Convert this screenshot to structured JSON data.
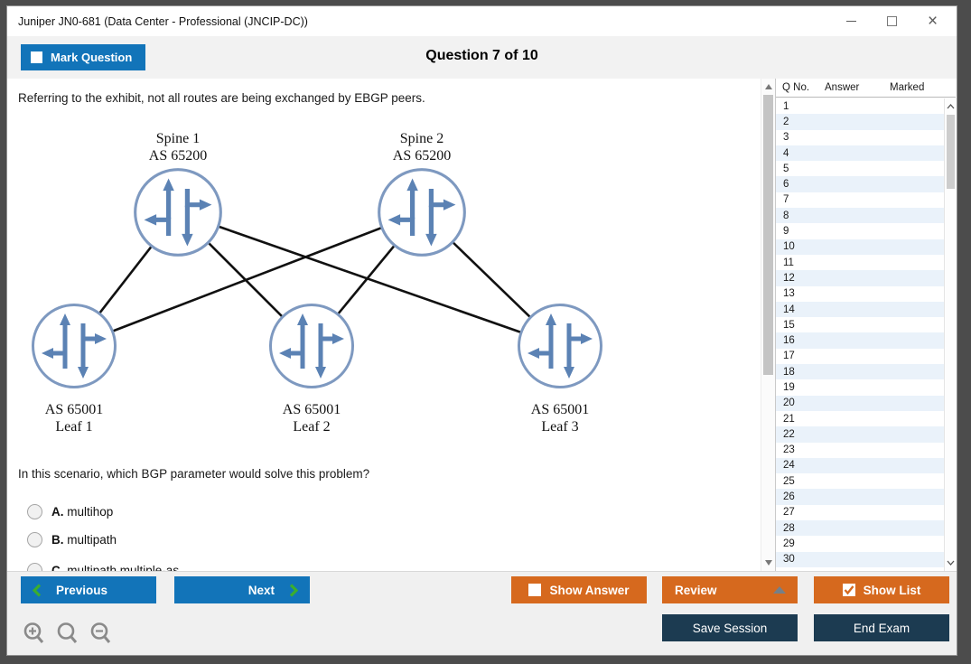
{
  "window": {
    "title": "Juniper JN0-681 (Data Center - Professional (JNCIP-DC))",
    "controls": {
      "minimize": "minimize",
      "maximize": "maximize",
      "close": "close"
    }
  },
  "header": {
    "mark_question_label": "Mark Question",
    "question_counter": "Question 7 of 10"
  },
  "question": {
    "exhibit_intro": "Referring to the exhibit, not all routes are being exchanged by EBGP peers.",
    "prompt": "In this scenario, which BGP parameter would solve this problem?",
    "options": [
      {
        "letter": "A.",
        "text": "multihop",
        "selected": false
      },
      {
        "letter": "B.",
        "text": "multipath",
        "selected": false
      },
      {
        "letter": "C.",
        "text": "multipath multiple-as",
        "selected": false,
        "clipped": true
      }
    ]
  },
  "diagram": {
    "nodes": {
      "spine1": {
        "line1": "Spine 1",
        "line2": "AS 65200"
      },
      "spine2": {
        "line1": "Spine 2",
        "line2": "AS 65200"
      },
      "leaf1": {
        "line1": "AS 65001",
        "line2": "Leaf 1"
      },
      "leaf2": {
        "line1": "AS 65001",
        "line2": "Leaf 2"
      },
      "leaf3": {
        "line1": "AS 65001",
        "line2": "Leaf 3"
      }
    },
    "links": [
      [
        "spine1",
        "leaf1"
      ],
      [
        "spine1",
        "leaf2"
      ],
      [
        "spine1",
        "leaf3"
      ],
      [
        "spine2",
        "leaf1"
      ],
      [
        "spine2",
        "leaf2"
      ],
      [
        "spine2",
        "leaf3"
      ]
    ]
  },
  "sidebar": {
    "columns": {
      "q": "Q No.",
      "answer": "Answer",
      "marked": "Marked"
    },
    "rows": [
      {
        "q": "1",
        "answer": "",
        "marked": ""
      },
      {
        "q": "2",
        "answer": "",
        "marked": ""
      },
      {
        "q": "3",
        "answer": "",
        "marked": ""
      },
      {
        "q": "4",
        "answer": "",
        "marked": ""
      },
      {
        "q": "5",
        "answer": "",
        "marked": ""
      },
      {
        "q": "6",
        "answer": "",
        "marked": ""
      },
      {
        "q": "7",
        "answer": "",
        "marked": ""
      },
      {
        "q": "8",
        "answer": "",
        "marked": ""
      },
      {
        "q": "9",
        "answer": "",
        "marked": ""
      },
      {
        "q": "10",
        "answer": "",
        "marked": ""
      },
      {
        "q": "11",
        "answer": "",
        "marked": ""
      },
      {
        "q": "12",
        "answer": "",
        "marked": ""
      },
      {
        "q": "13",
        "answer": "",
        "marked": ""
      },
      {
        "q": "14",
        "answer": "",
        "marked": ""
      },
      {
        "q": "15",
        "answer": "",
        "marked": ""
      },
      {
        "q": "16",
        "answer": "",
        "marked": ""
      },
      {
        "q": "17",
        "answer": "",
        "marked": ""
      },
      {
        "q": "18",
        "answer": "",
        "marked": ""
      },
      {
        "q": "19",
        "answer": "",
        "marked": ""
      },
      {
        "q": "20",
        "answer": "",
        "marked": ""
      },
      {
        "q": "21",
        "answer": "",
        "marked": ""
      },
      {
        "q": "22",
        "answer": "",
        "marked": ""
      },
      {
        "q": "23",
        "answer": "",
        "marked": ""
      },
      {
        "q": "24",
        "answer": "",
        "marked": ""
      },
      {
        "q": "25",
        "answer": "",
        "marked": ""
      },
      {
        "q": "26",
        "answer": "",
        "marked": ""
      },
      {
        "q": "27",
        "answer": "",
        "marked": ""
      },
      {
        "q": "28",
        "answer": "",
        "marked": ""
      },
      {
        "q": "29",
        "answer": "",
        "marked": ""
      },
      {
        "q": "30",
        "answer": "",
        "marked": ""
      }
    ]
  },
  "footer": {
    "previous": "Previous",
    "next": "Next",
    "show_answer": "Show Answer",
    "review": "Review",
    "show_list": "Show List",
    "show_list_checked": true,
    "save_session": "Save Session",
    "end_exam": "End Exam",
    "zoom_icons": [
      "zoom-in-icon",
      "zoom-icon",
      "zoom-out-icon"
    ]
  },
  "colors": {
    "accent_blue": "#1274b9",
    "accent_orange": "#d6691e",
    "navy": "#1c3b51",
    "green_chevron": "#3bae2e",
    "router_blue": "#5b82b4",
    "router_circle": "#7e99c0",
    "row_alt": "#eaf2fa",
    "link_black": "#111111"
  }
}
